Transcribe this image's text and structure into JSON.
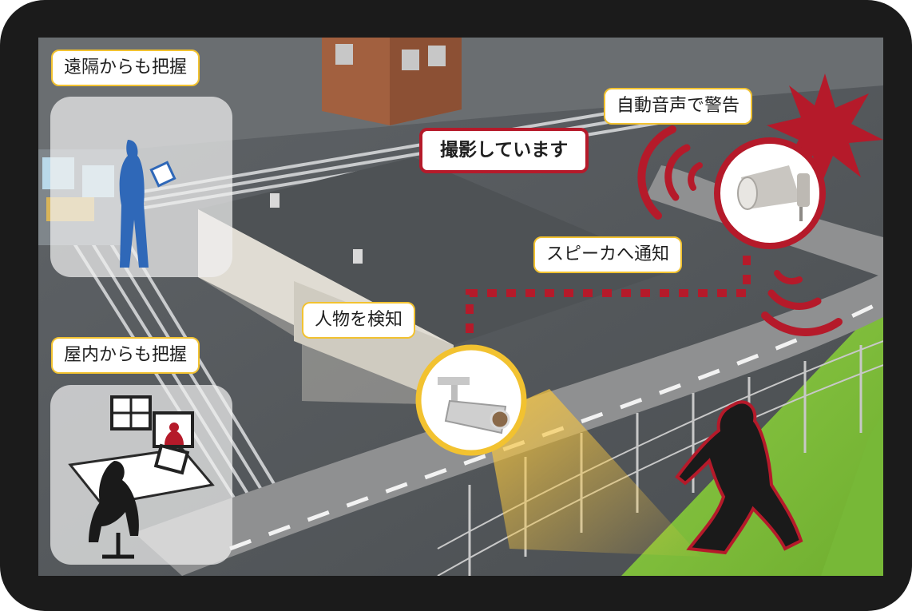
{
  "labels": {
    "remote_monitoring": "遠隔からも把握",
    "indoor_monitoring": "屋内からも把握",
    "recording_alert": "撮影しています",
    "auto_voice_warning": "自動音声で警告",
    "notify_speaker": "スピーカへ通知",
    "detect_person": "人物を検知"
  },
  "colors": {
    "frame": "#1b1b1b",
    "alert_red": "#b51a2a",
    "label_border": "#f2c230",
    "grass": "#7fbf3a",
    "road": "#8f9091",
    "roof": "#55595c",
    "remote_person": "#2f68b8",
    "intruder": "#1a1a1a"
  },
  "icons": {
    "camera": "security-camera-icon",
    "speaker": "horn-speaker-icon",
    "burst": "alert-burst-icon",
    "tablet": "tablet-icon"
  }
}
